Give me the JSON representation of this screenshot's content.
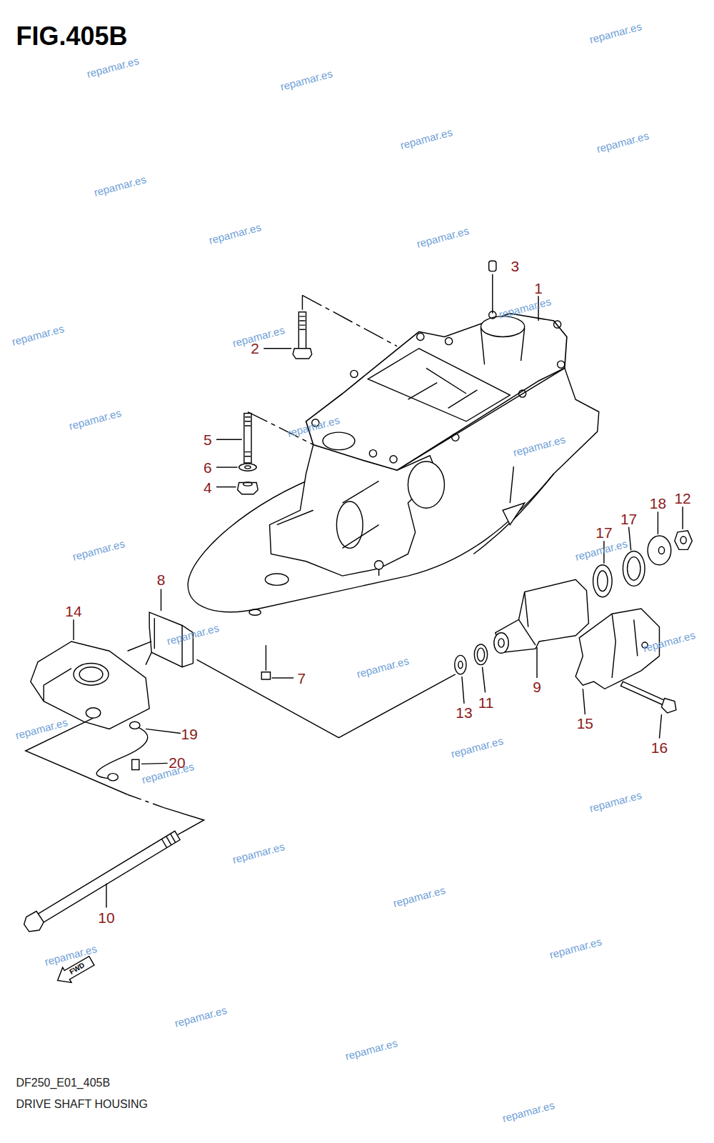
{
  "diagram": {
    "title": "FIG.405B",
    "caption": "DRIVE SHAFT HOUSING",
    "labels": [
      "3",
      "1",
      "2",
      "5",
      "6",
      "4",
      "8",
      "14",
      "18",
      "12",
      "17",
      "17",
      "7",
      "9",
      "13",
      "11",
      "15",
      "16",
      "19",
      "20",
      "10",
      "FWD",
      "DF250_E01_405B",
      "repamar.es",
      "repamar.es",
      "repamar.es",
      "repamar.es",
      "repamar.es",
      "repamar.es",
      "repamar.es",
      "repamar.es",
      "repamar.es",
      "repamar.es",
      "repamar.es",
      "repamar.es",
      "repamar.es",
      "repamar.es",
      "repamar.es",
      "repamar.es",
      "repamar.es",
      "repamar.es",
      "repamar.es",
      "repamar.es",
      "repamar.es",
      "repamar.es",
      "repamar.es",
      "repamar.es",
      "repamar.es",
      "repamar.es",
      "repamar.es",
      "repamar.es",
      "repamar.es",
      "repamar.es"
    ]
  }
}
